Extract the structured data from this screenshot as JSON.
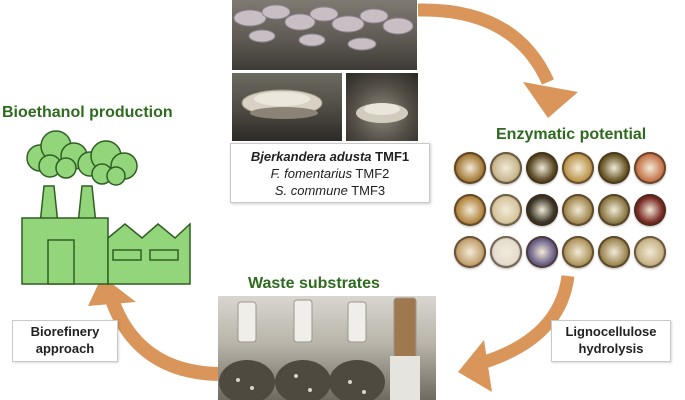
{
  "headings": {
    "bioethanol": "Bioethanol production",
    "enzymatic": "Enzymatic potential",
    "waste": "Waste substrates"
  },
  "species": {
    "line1_italic": "Bjerkandera adusta",
    "line1_code": "TMF1",
    "line2_italic": "F. fomentarius",
    "line2_code": "TMF2",
    "line3_italic": "S. commune",
    "line3_code": "TMF3"
  },
  "labels": {
    "biorefinery_line1": "Biorefinery",
    "biorefinery_line2": "approach",
    "ligno_line1": "Lignocellulose",
    "ligno_line2": "hydrolysis"
  },
  "colors": {
    "heading_green": "#2e6b1f",
    "factory_fill": "#92d57a",
    "factory_stroke": "#2f5f22",
    "arrow": "#d9955a"
  },
  "dishes": [
    [
      "#a98040",
      "#c9b890",
      "#5b4a25",
      "#bf9a52",
      "#6a5a2a",
      "#c87a50"
    ],
    [
      "#b58a45",
      "#d7c7a0",
      "#3a3526",
      "#a58c55",
      "#8e7b48",
      "#7a2a25"
    ],
    [
      "#c4a472",
      "#e4ddd0",
      "#6b6088",
      "#b19a64",
      "#a08a58",
      "#c8b488"
    ]
  ]
}
